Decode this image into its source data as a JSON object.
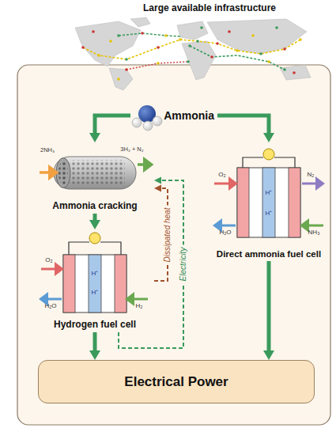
{
  "diagram": {
    "nodes": [
      {
        "text": [
          "Ammonia"
        ]
      },
      {
        "text": [
          "Ammonia cracking"
        ]
      },
      {
        "text": [
          "Direct ammonia fuel cell"
        ]
      },
      {
        "text": [
          "Hydrogen fuel cell"
        ]
      },
      {
        "text": [
          "Electrical Power"
        ]
      }
    ],
    "edges": [
      {
        "from": 0,
        "to": 1,
        "arrow": "to"
      },
      {
        "from": 0,
        "to": 2,
        "arrow": "to"
      },
      {
        "from": 1,
        "to": 3,
        "arrow": "to"
      },
      {
        "from": 3,
        "to": 4,
        "arrow": "to"
      },
      {
        "from": 2,
        "to": 4,
        "arrow": "to"
      },
      {
        "from": 3,
        "to": 1,
        "label": "Dissipated heat",
        "arrow": "to"
      },
      {
        "from": 3,
        "to": 1,
        "label": "Electricity",
        "arrow": "to"
      }
    ],
    "labels": [
      "Large available infrastructure",
      "2NH₃",
      "3H₂ + N₂",
      "O₂",
      "H₂O",
      "H₂",
      "H⁺",
      "H⁺",
      "O₂",
      "H₂O",
      "N₂",
      "NH₃",
      "H⁺",
      "H⁺"
    ]
  }
}
